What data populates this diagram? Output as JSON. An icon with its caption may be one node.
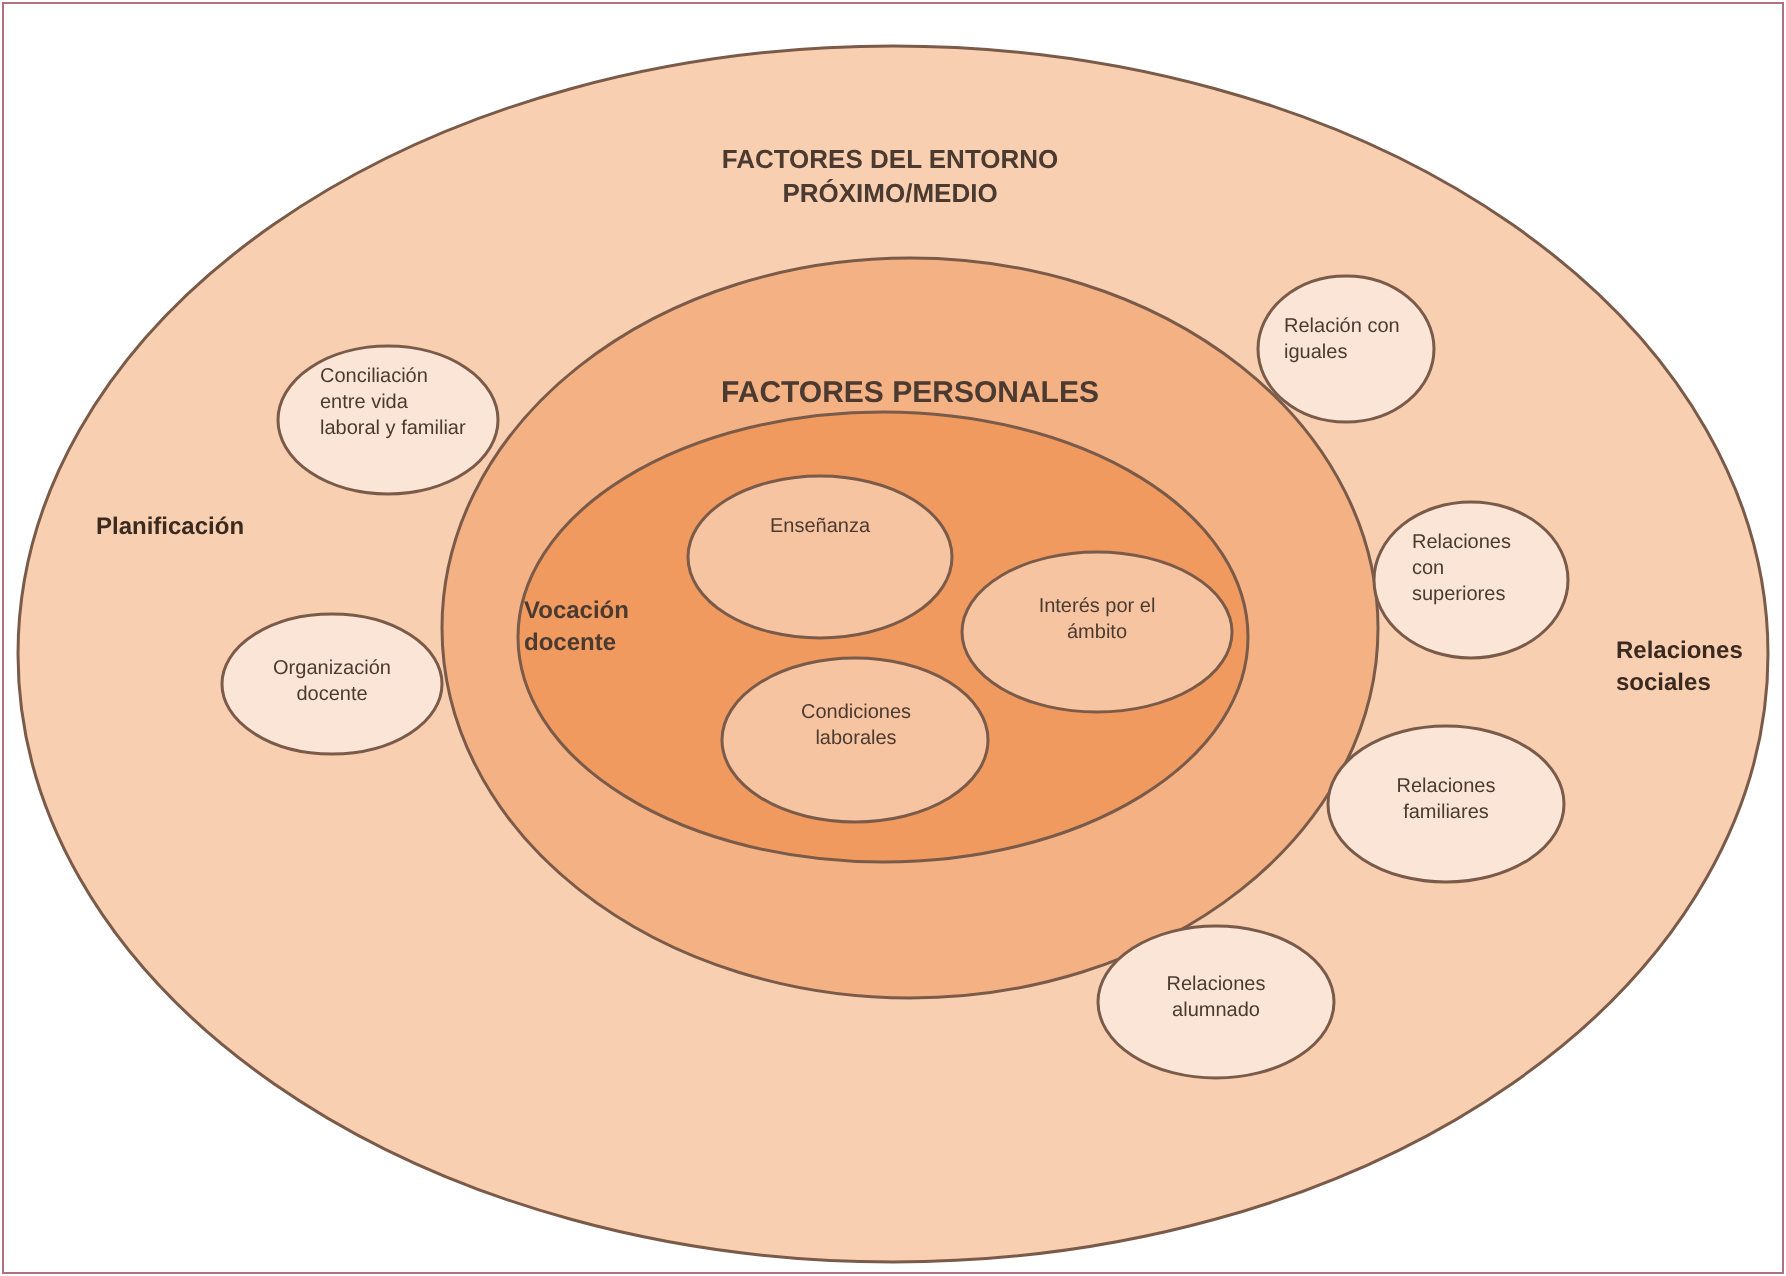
{
  "diagram": {
    "nodes": [
      {
        "text": [
          "FACTORES DEL ENTORNO PRÓXIMO/MEDIO"
        ]
      },
      {
        "text": [
          "Conciliación entre vida laboral y familiar"
        ],
        "in": 0
      },
      {
        "text": [
          "Relación con iguales"
        ],
        "in": 0
      },
      {
        "text": [
          "FACTORES PERSONALES"
        ],
        "in": 0
      },
      {
        "text": [
          "Vocación docente"
        ],
        "in": 3
      },
      {
        "text": [
          "Enseñanza"
        ],
        "in": 4
      },
      {
        "text": [
          "Interés por el ámbito"
        ],
        "in": 4
      },
      {
        "text": [
          "Condiciones laborales"
        ],
        "in": 4
      },
      {
        "text": [
          "Organización docente"
        ],
        "in": 0
      },
      {
        "text": [
          "Relaciones con superiores"
        ],
        "in": 0
      },
      {
        "text": [
          "Relaciones familiares"
        ],
        "in": 0
      },
      {
        "text": [
          "Relaciones alumnado"
        ],
        "in": 0
      }
    ],
    "labels": [
      "Planificación",
      "Relaciones sociales"
    ]
  }
}
